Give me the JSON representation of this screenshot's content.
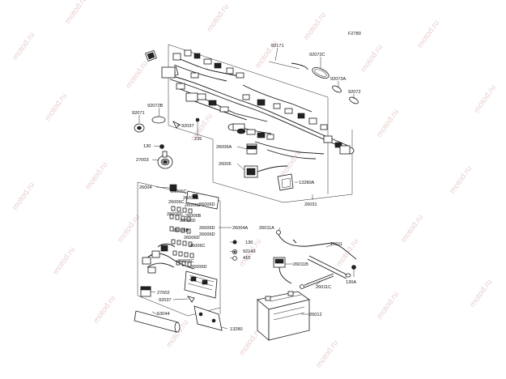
{
  "figure_code": "F2780",
  "watermark": "motod.ru",
  "labels": {
    "l92171": "92171",
    "l92072C": "92072C",
    "l92072A": "92072A",
    "l92072": "92072",
    "l92071": "92071",
    "l92072B": "92072B",
    "l92037a": "92037",
    "l235": "235",
    "l130a": "130",
    "l27003": "27003",
    "l26006A": "26006A",
    "l26006": "26006",
    "l13280A": "13280A",
    "l26031": "26031",
    "l26004": "26004",
    "l26006C_1": "26006C",
    "l26006B_1": "26006B",
    "l26006D_1": "26006D",
    "l26006C_2": "26006C",
    "l26006D_2": "26006D",
    "l26006D_3": "26006D",
    "l26006B_2": "26006B",
    "l26006D_4": "26006D",
    "l26006D_5": "26006D",
    "l26006D_6": "26006D",
    "l26006C_3": "26006C",
    "l26006C_4": "26006C",
    "l26006D_7": "26006D",
    "l26004A": "26004A",
    "l26011A": "26011A",
    "l26011": "26011",
    "l130b": "130",
    "l92143": "92143",
    "l410": "410",
    "l26011B": "26011B",
    "l26011C": "26011C",
    "l130A": "130A",
    "l27002": "27002",
    "l92037b": "92037",
    "l53044": "53044",
    "l26012": "26012",
    "l13280": "13280"
  }
}
